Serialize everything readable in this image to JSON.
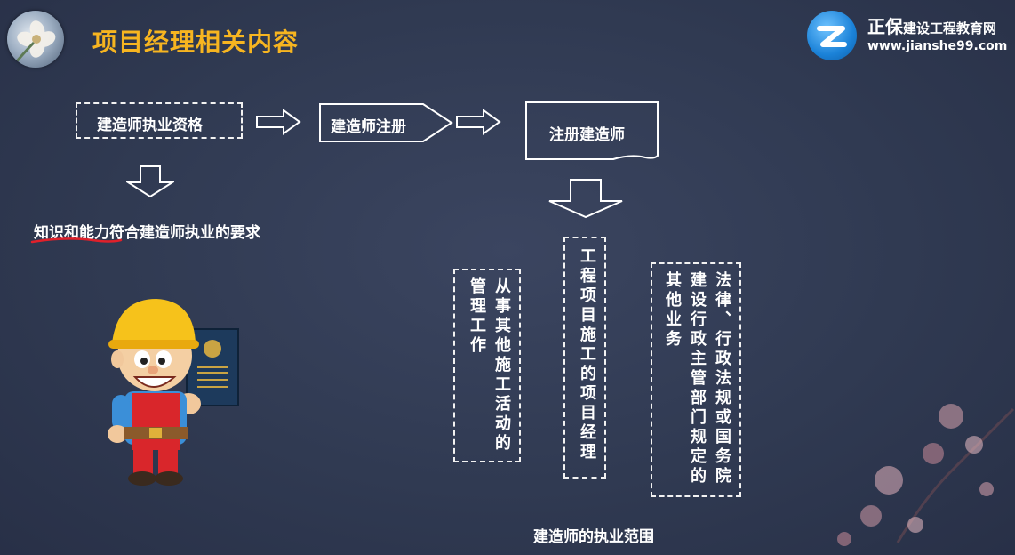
{
  "header": {
    "title": "项目经理相关内容",
    "brand_name": "正保",
    "brand_sub": "建设工程教育网",
    "brand_url": "www.jianshe99.com"
  },
  "flow": {
    "qualification": "建造师执业资格",
    "registration": "建造师注册",
    "registered": "注册建造师",
    "requirement_underlined": "知识和能力",
    "requirement_rest": "符合建造师执业的要求"
  },
  "scope": {
    "col_left": [
      "从事其他施工活动的",
      "管理工作"
    ],
    "col_middle": [
      "工程项目施工的项目经理"
    ],
    "col_right": [
      "法律、行政法规或国务院",
      "建设行政主管部门规定的",
      "其他业务"
    ],
    "caption": "建造师的执业范围"
  },
  "colors": {
    "title": "#f7b520",
    "underline": "#e0202a",
    "background": "#303a52"
  }
}
